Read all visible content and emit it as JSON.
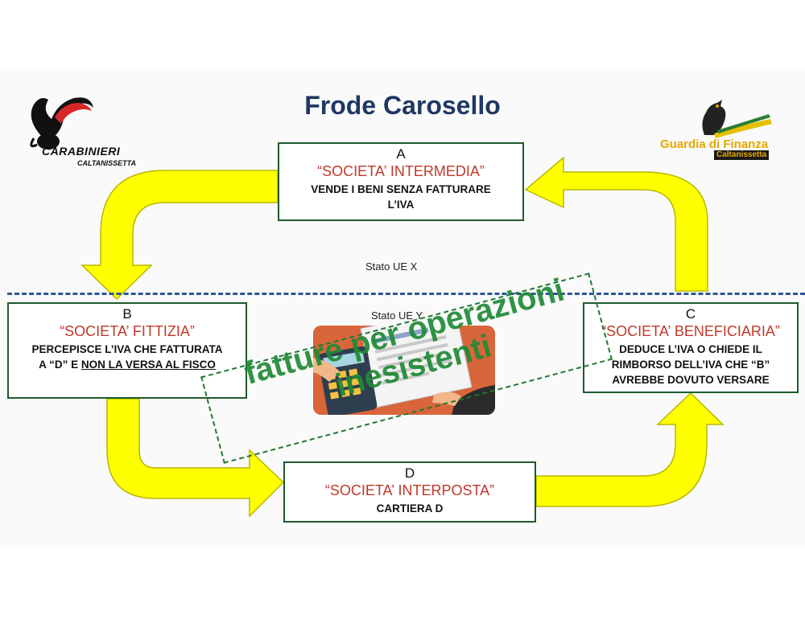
{
  "title": "Frode Carosello",
  "colors": {
    "title": "#1f3864",
    "box_border": "#1e5b2e",
    "company_name": "#c0392b",
    "arrow_fill": "#ffff00",
    "divider": "#2f5597",
    "stamp": "#1f8a36"
  },
  "boxes": {
    "a": {
      "letter": "A",
      "name": "“SOCIETA’ INTERMEDIA”",
      "lines": [
        "VENDE I BENI SENZA FATTURARE",
        "L’IVA"
      ]
    },
    "b": {
      "letter": "B",
      "name": "“SOCIETA’ FITTIZIA”",
      "line1": "PERCEPISCE L’IVA CHE FATTURATA",
      "line2_start": "A “D” E ",
      "line2_underlined": "NON LA VERSA AL FISCO"
    },
    "c": {
      "letter": "C",
      "name": "“SOCIETA’ BENEFICIARIA”",
      "lines": [
        "DEDUCE L’IVA O CHIEDE IL",
        "RIMBORSO DELL’IVA CHE “B”",
        "AVREBBE DOVUTO VERSARE"
      ]
    },
    "d": {
      "letter": "D",
      "name": "“SOCIETA’ INTERPOSTA”",
      "lines": [
        "CARTIERA D"
      ]
    }
  },
  "states": {
    "x": "Stato UE X",
    "y": "Stato UE Y"
  },
  "stamp": {
    "line1": "fatture per operazioni",
    "line2": "inesistenti"
  },
  "logos": {
    "carabinieri": {
      "name": "CARABINIERI",
      "city": "CALTANISSETTA",
      "icon": "carabinieri-flame-grenade-icon"
    },
    "guardia_di_finanza": {
      "name": "Guardia di Finanza",
      "city": "Caltanissetta",
      "icon": "gdf-eagle-icon"
    }
  },
  "illustration": {
    "icon": "invoice-calculator-icon"
  }
}
